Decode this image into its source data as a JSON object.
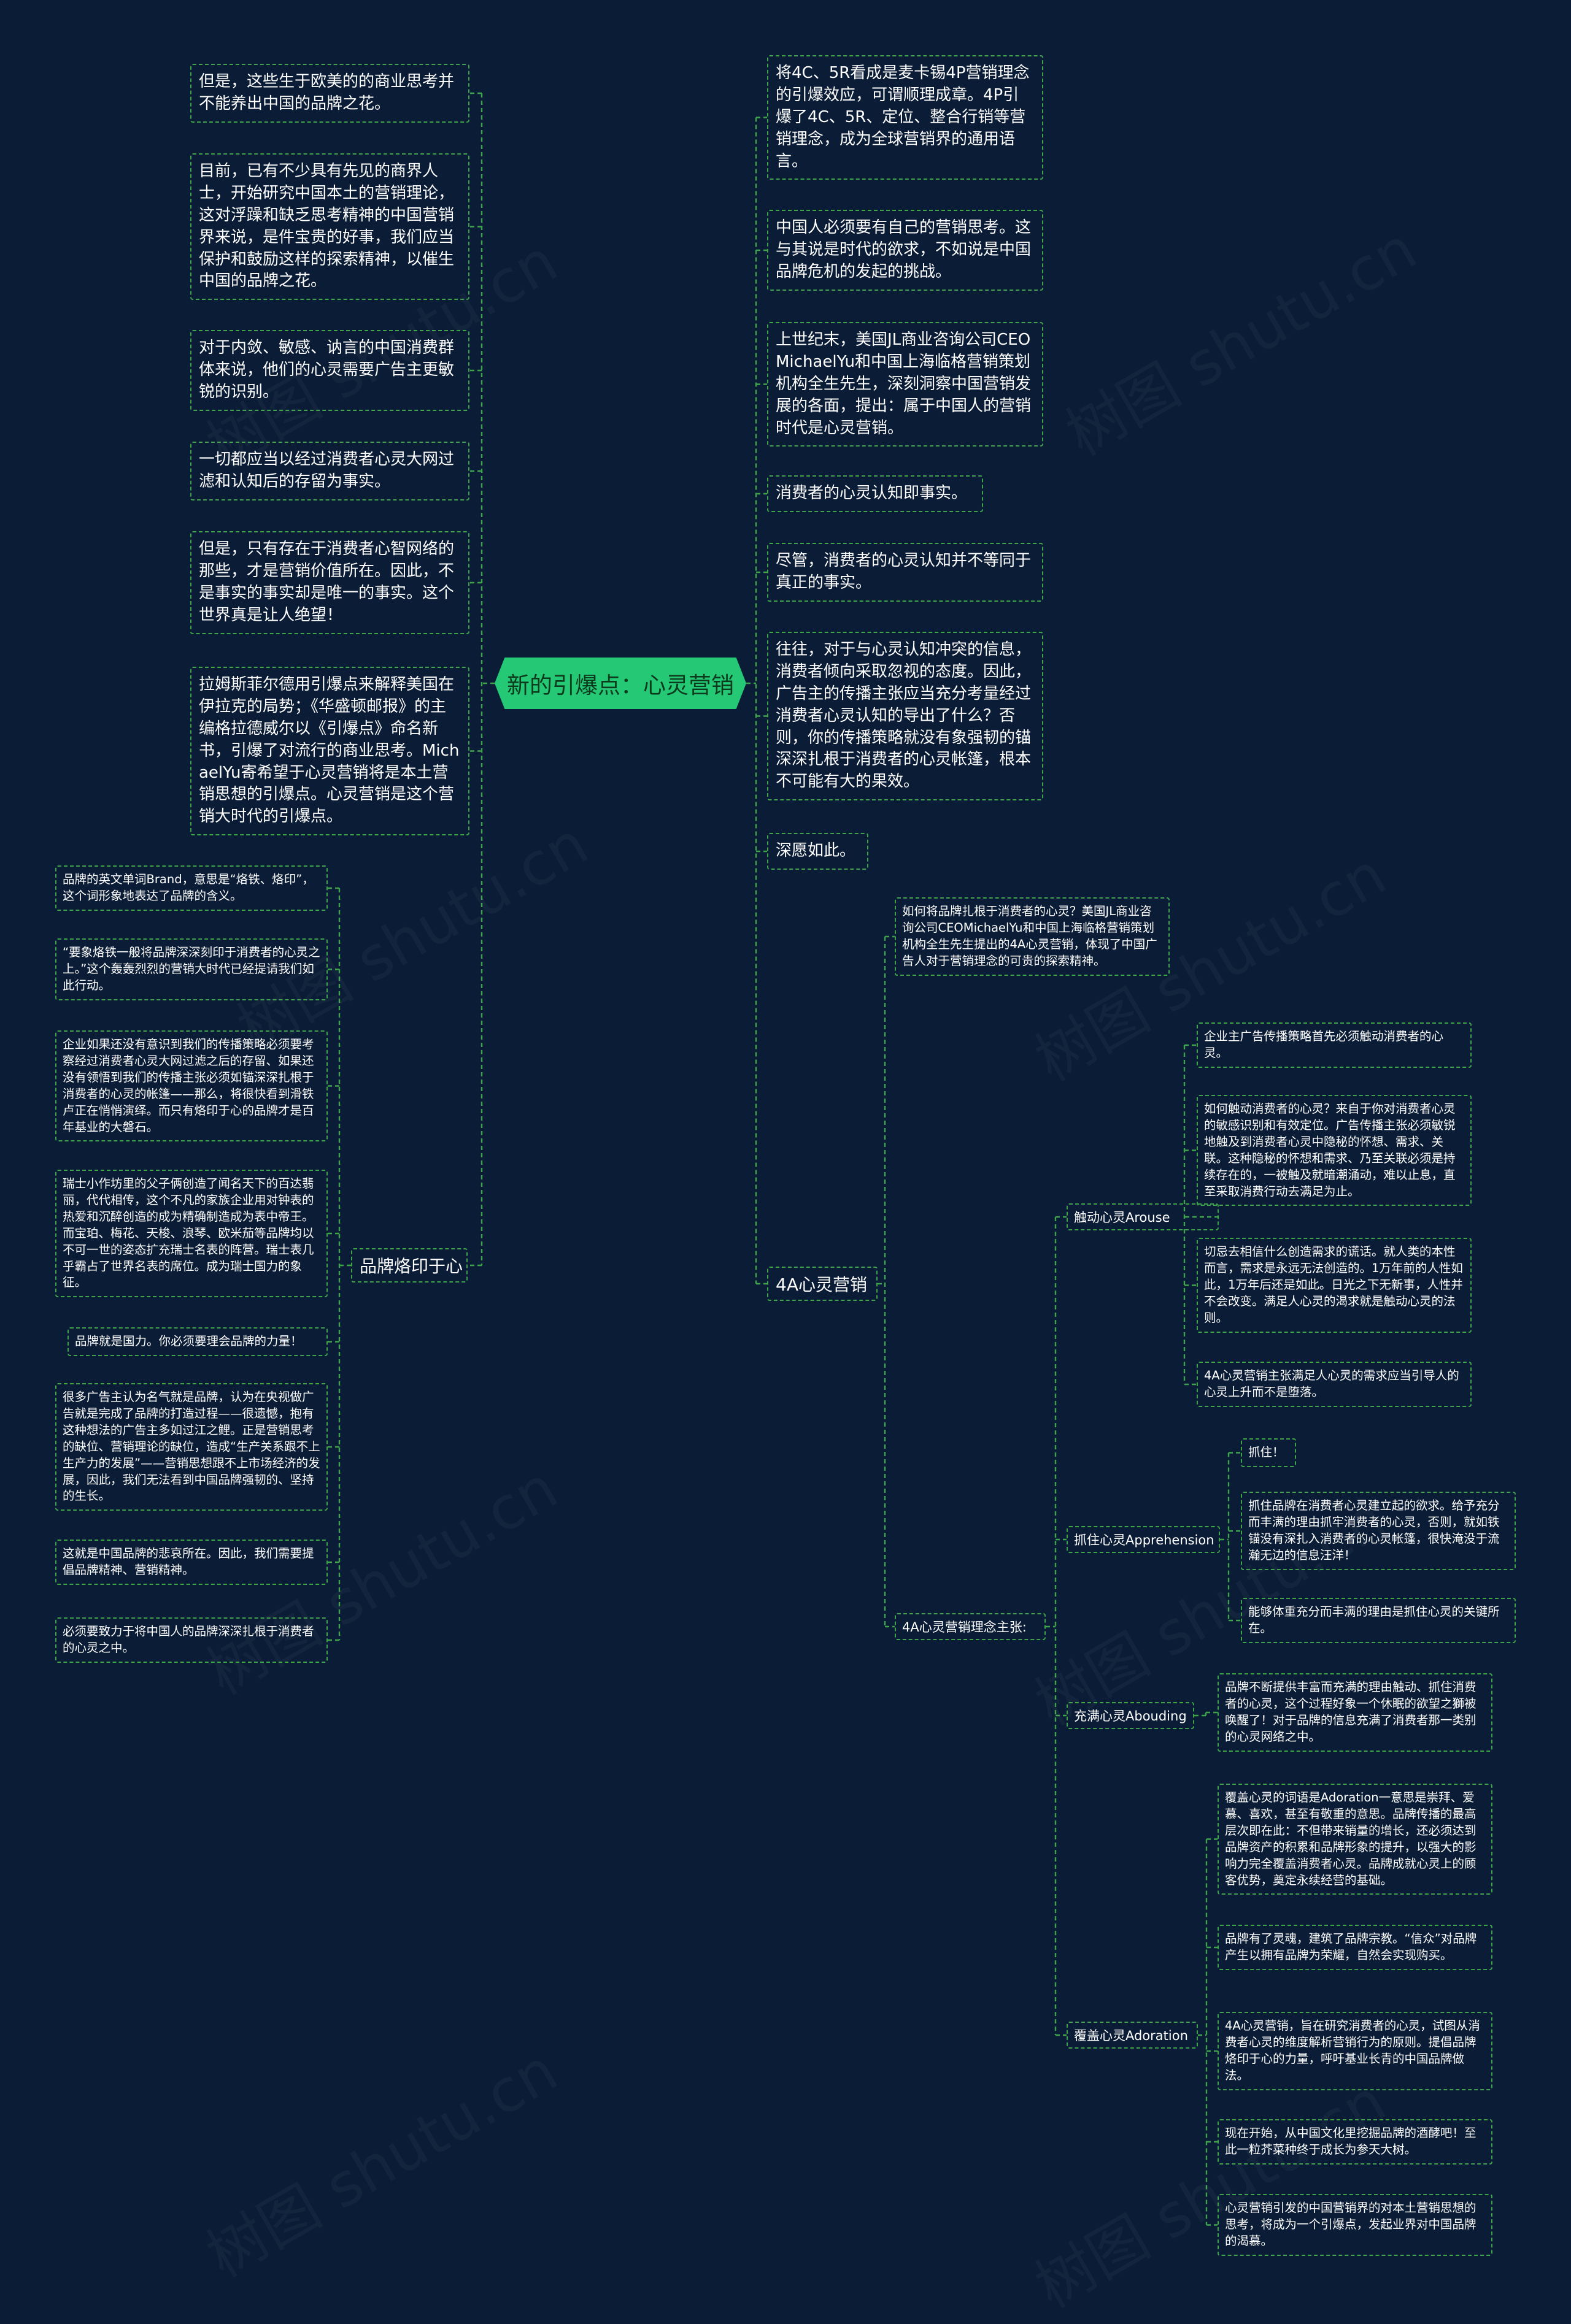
{
  "root": {
    "label": "新的引爆点：心灵营销"
  },
  "left_nodes": [
    "但是，这些生于欧美的的商业思考并不能养出中国的品牌之花。",
    "目前，已有不少具有先见的商界人士，开始研究中国本土的营销理论，这对浮躁和缺乏思考精神的中国营销界来说，是件宝贵的好事，我们应当保护和鼓励这样的探索精神，以催生中国的品牌之花。",
    "对于内敛、敏感、讷言的中国消费群体来说，他们的心灵需要广告主更敏锐的识别。",
    "一切都应当以经过消费者心灵大网过滤和认知后的存留为事实。",
    "但是，只有存在于消费者心智网络的那些，才是营销价值所在。因此，不是事实的事实却是唯一的事实。这个世界真是让人绝望！",
    "拉姆斯菲尔德用引爆点来解释美国在伊拉克的局势；《华盛顿邮报》的主编格拉德威尔以《引爆点》命名新书，引爆了对流行的商业思考。MichaelYu寄希望于心灵营销将是本土营销思想的引爆点。心灵营销是这个营销大时代的引爆点。"
  ],
  "brand_branch": {
    "label": "品牌烙印于心",
    "children": [
      "品牌的英文单词Brand，意思是“烙铁、烙印”，这个词形象地表达了品牌的含义。",
      "“要象烙铁一般将品牌深深刻印于消费者的心灵之上。”这个轰轰烈烈的营销大时代已经提请我们如此行动。",
      "企业如果还没有意识到我们的传播策略必须要考察经过消费者心灵大网过滤之后的存留、如果还没有领悟到我们的传播主张必须如锚深深扎根于消费者的心灵的帐篷——那么，将很快看到滑铁卢正在悄悄演绎。而只有烙印于心的品牌才是百年基业的大磐石。",
      "瑞士小作坊里的父子俩创造了闻名天下的百达翡丽，代代相传，这个不凡的家族企业用对钟表的热爱和沉醉创造的成为精确制造成为表中帝王。而宝珀、梅花、天梭、浪琴、欧米茄等品牌均以不可一世的姿态扩充瑞士名表的阵营。瑞士表几乎霸占了世界名表的席位。成为瑞士国力的象征。",
      "品牌就是国力。你必须要理会品牌的力量！",
      "很多广告主认为名气就是品牌，认为在央视做广告就是完成了品牌的打造过程——很遗憾，抱有这种想法的广告主多如过江之鲤。正是营销思考的缺位、营销理论的缺位，造成“生产关系跟不上生产力的发展”——营销思想跟不上市场经济的发展，因此，我们无法看到中国品牌强韧的、坚持的生长。",
      "这就是中国品牌的悲哀所在。因此，我们需要提倡品牌精神、营销精神。",
      "必须要致力于将中国人的品牌深深扎根于消费者的心灵之中。"
    ]
  },
  "right_nodes": [
    "将4C、5R看成是麦卡锡4P营销理念的引爆效应，可谓顺理成章。4P引爆了4C、5R、定位、整合行销等营销理念，成为全球营销界的通用语言。",
    "中国人必须要有自己的营销思考。这与其说是时代的欲求，不如说是中国品牌危机的发起的挑战。",
    "上世纪末，美国JL商业咨询公司CEOMichaelYu和中国上海临格营销策划机构全生先生，深刻洞察中国营销发展的各面，提出：属于中国人的营销时代是心灵营销。",
    "消费者的心灵认知即事实。",
    "尽管，消费者的心灵认知并不等同于真正的事实。",
    "往往，对于与心灵认知冲突的信息，消费者倾向采取忽视的态度。因此，广告主的传播主张应当充分考量经过消费者心灵认知的导出了什么？否则，你的传播策略就没有象强韧的锚深深扎根于消费者的心灵帐篷，根本不可能有大的果效。",
    "深愿如此。"
  ],
  "fourA_branch": {
    "label": "4A心灵营销",
    "intro": "如何将品牌扎根于消费者的心灵？美国JL商业咨询公司CEOMichaelYu和中国上海临格营销策划机构全生先生提出的4A心灵营销，体现了中国广告人对于营销理念的可贵的探索精神。",
    "main_label": "4A心灵营销理念主张:",
    "subs": [
      {
        "label": "触动心灵Arouse",
        "children": [
          "企业主广告传播策略首先必须触动消费者的心灵。",
          "如何触动消费者的心灵？来自于你对消费者心灵的敏感识别和有效定位。广告传播主张必须敏锐地触及到消费者心灵中隐秘的怀想、需求、关联。这种隐秘的怀想和需求、乃至关联必须是持续存在的，一被触及就暗潮涌动，难以止息，直至采取消费行动去满足为止。",
          "切忌去相信什么创造需求的谎话。就人类的本性而言，需求是永远无法创造的。1万年前的人性如此，1万年后还是如此。日光之下无新事，人性并不会改变。满足人心灵的渴求就是触动心灵的法则。",
          "4A心灵营销主张满足人心灵的需求应当引导人的心灵上升而不是堕落。"
        ]
      },
      {
        "label": "抓住心灵Apprehension",
        "children": [
          "抓住！",
          "抓住品牌在消费者心灵建立起的欲求。给予充分而丰满的理由抓牢消费者的心灵，否则，就如铁锚没有深扎入消费者的心灵帐篷，很快淹没于流瀚无边的信息汪洋！",
          "能够体重充分而丰满的理由是抓住心灵的关键所在。"
        ]
      },
      {
        "label": "充满心灵Abouding",
        "children": [
          "品牌不断提供丰富而充满的理由触动、抓住消费者的心灵，这个过程好象一个休眠的欲望之獅被唤醒了！对于品牌的信息充满了消费者那一类别的心灵网络之中。"
        ]
      },
      {
        "label": "覆盖心灵Adoration",
        "children": [
          "覆盖心灵的词语是Adoration一意思是崇拜、爱慕、喜欢，甚至有敬重的意思。品牌传播的最高层次即在此：不但带来销量的增长，还必须达到品牌资产的积累和品牌形象的提升，以强大的影响力完全覆盖消费者心灵。品牌成就心灵上的顾客优势，奠定永续经营的基础。",
          "品牌有了灵魂，建筑了品牌宗教。“信众”对品牌产生以拥有品牌为荣耀，自然会实现购买。",
          "4A心灵营销，旨在研究消费者的心灵，试图从消费者心灵的维度解析营销行为的原则。提倡品牌烙印于心的力量，呼吁基业长青的中国品牌做法。",
          "现在开始，从中国文化里挖掘品牌的酒酵吧！至此一粒芥菜种终于成长为参天大树。",
          "心灵营销引发的中国营销界的对本土营销思想的思考，将成为一个引爆点，发起业界对中国品牌的渴慕。"
        ]
      }
    ]
  },
  "watermarks": [
    "树图 shutu.cn",
    "树图 shutu.cn",
    "树图 shutu.cn",
    "树图 shutu.cn",
    "树图 shutu.cn",
    "树图 shutu.cn",
    "树图 shutu.cn",
    "树图 shutu.cn"
  ]
}
